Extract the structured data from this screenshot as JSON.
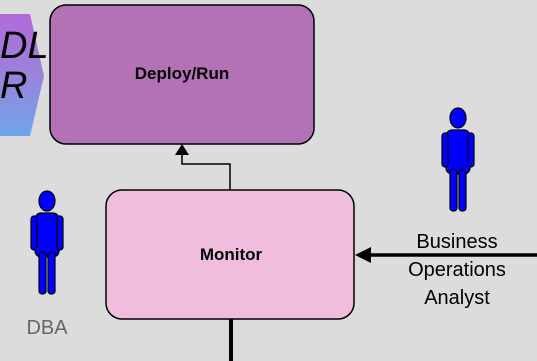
{
  "boxes": {
    "deploy": {
      "label": "Deploy/Run",
      "fill": "#b472b6"
    },
    "monitor": {
      "label": "Monitor",
      "fill": "#f0bedc"
    }
  },
  "side_shape": {
    "line1": "DL",
    "line2": "R"
  },
  "actors": {
    "dba": {
      "label": "DBA"
    },
    "analyst": {
      "label_lines": [
        "Business",
        "Operations",
        "Analyst"
      ]
    }
  },
  "colors": {
    "background": "#dcdcdc",
    "actor": "#0000ff",
    "side_shape_top": "#a07cd8",
    "side_shape_bottom": "#6fa3e8"
  }
}
